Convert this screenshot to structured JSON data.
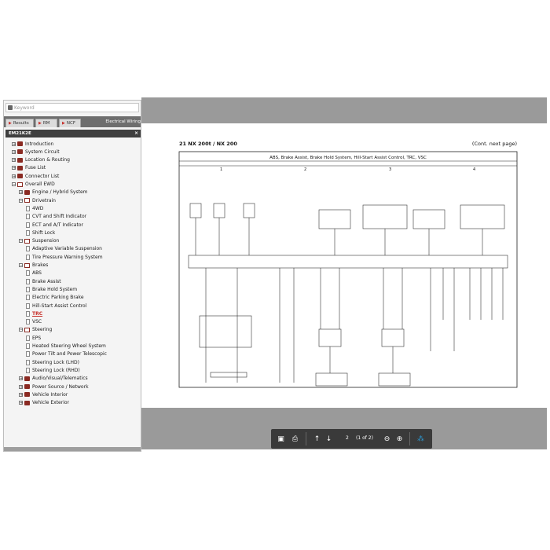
{
  "search": {
    "placeholder": "Keyword"
  },
  "tabs": [
    {
      "label": "Results"
    },
    {
      "label": "RM"
    },
    {
      "label": "NCF"
    }
  ],
  "active_tab": "Electrical Wiring",
  "tree_header": "EM21K2E",
  "tree": [
    {
      "label": "Introduction",
      "level": 0
    },
    {
      "label": "System Circuit",
      "level": 0
    },
    {
      "label": "Location & Routing",
      "level": 0
    },
    {
      "label": "Fuse List",
      "level": 0
    },
    {
      "label": "Connector List",
      "level": 0
    },
    {
      "label": "Overall EWD",
      "level": 0
    },
    {
      "label": "Engine / Hybrid System",
      "level": 1
    },
    {
      "label": "Drivetrain",
      "level": 1
    },
    {
      "label": "4WD",
      "level": 2
    },
    {
      "label": "CVT and Shift Indicator",
      "level": 2
    },
    {
      "label": "ECT and A/T Indicator",
      "level": 2
    },
    {
      "label": "Shift Lock",
      "level": 2
    },
    {
      "label": "Suspension",
      "level": 1
    },
    {
      "label": "Adaptive Variable Suspension",
      "level": 2
    },
    {
      "label": "Tire Pressure Warning System",
      "level": 2
    },
    {
      "label": "Brakes",
      "level": 1
    },
    {
      "label": "ABS",
      "level": 2
    },
    {
      "label": "Brake Assist",
      "level": 2
    },
    {
      "label": "Brake Hold System",
      "level": 2
    },
    {
      "label": "Electric Parking Brake",
      "level": 2
    },
    {
      "label": "Hill-Start Assist Control",
      "level": 2
    },
    {
      "label": "TRC",
      "level": 2
    },
    {
      "label": "VSC",
      "level": 2
    },
    {
      "label": "Steering",
      "level": 1
    },
    {
      "label": "EPS",
      "level": 2
    },
    {
      "label": "Heated Steering Wheel System",
      "level": 2
    },
    {
      "label": "Power Tilt and Power Telescopic",
      "level": 2
    },
    {
      "label": "Steering Lock (LHD)",
      "level": 2
    },
    {
      "label": "Steering Lock (RHD)",
      "level": 2
    },
    {
      "label": "Audio/Visual/Telematics",
      "level": 1
    },
    {
      "label": "Power Source / Network",
      "level": 1
    },
    {
      "label": "Vehicle Interior",
      "level": 1
    },
    {
      "label": "Vehicle Exterior",
      "level": 1
    }
  ],
  "selected_item": "TRC",
  "page": {
    "title": "21  NX 200t / NX 200",
    "continued": "(Cont.  next page)",
    "diagram_title": "ABS, Brake Assist, Brake Hold System, Hill-Start Assist Control, TRC, VSC",
    "columns": [
      "1",
      "2",
      "3",
      "4"
    ]
  },
  "toolbar": {
    "page_number": "2",
    "page_count": "(1 of 2)"
  }
}
